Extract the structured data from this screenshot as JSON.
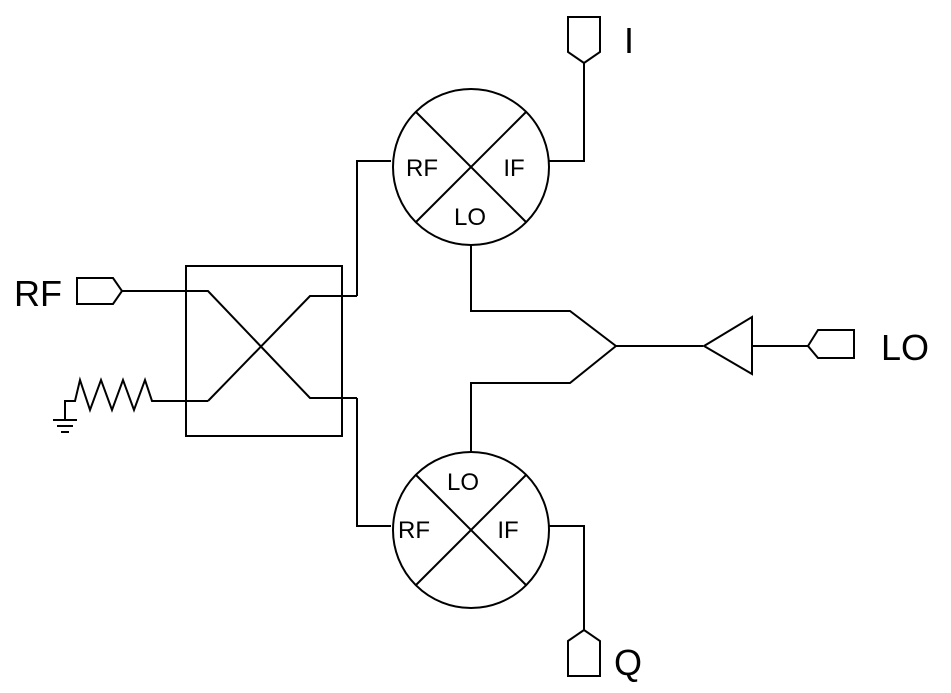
{
  "ports": {
    "rf": "RF",
    "lo": "LO",
    "i_out": "I",
    "q_out": "Q"
  },
  "mixer_top": {
    "rf": "RF",
    "if": "IF",
    "lo": "LO"
  },
  "mixer_bottom": {
    "lo": "LO",
    "rf": "RF",
    "if": "IF"
  },
  "stroke_color": "#000000",
  "background_color": "#ffffff"
}
